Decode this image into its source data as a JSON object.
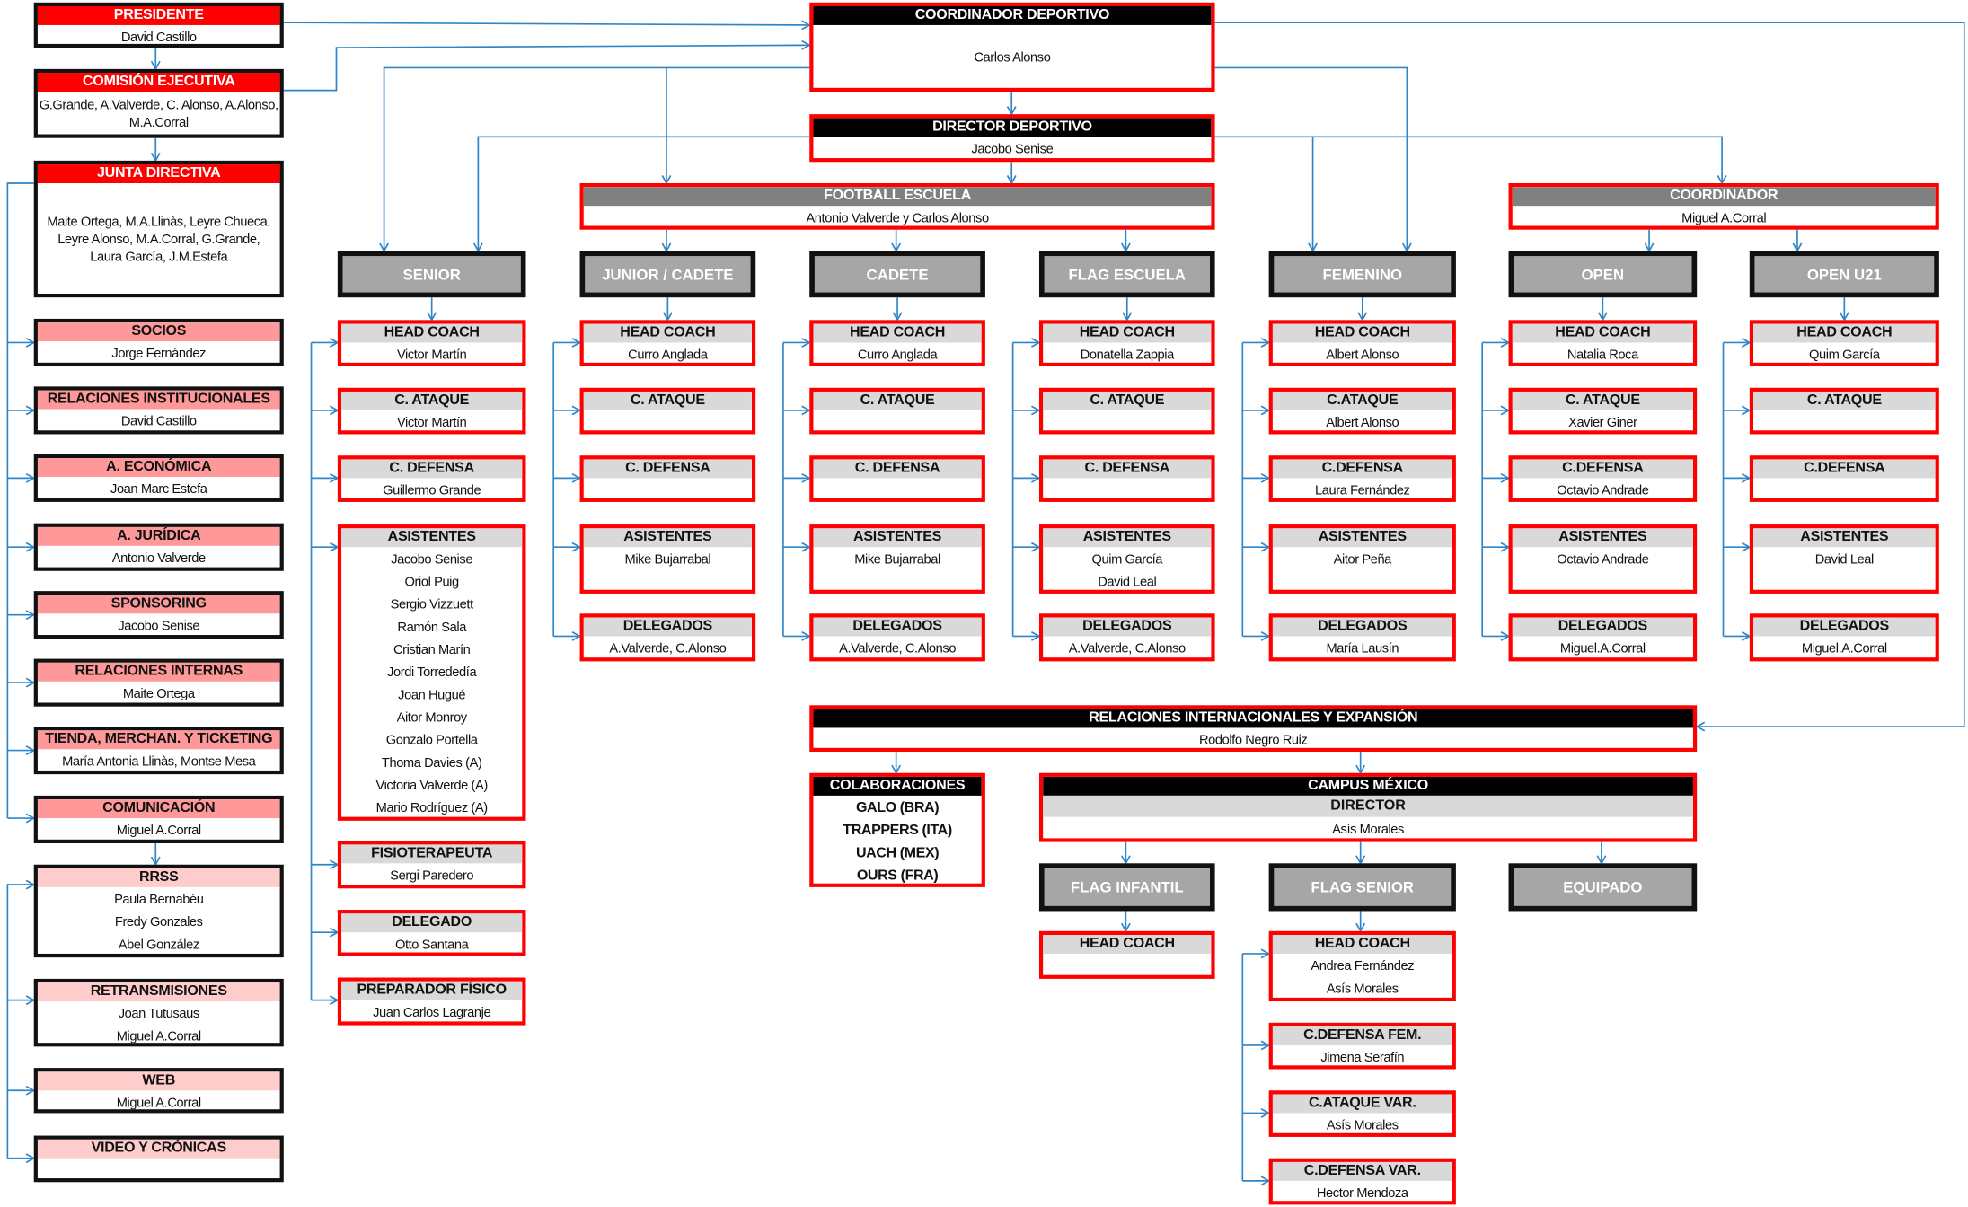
{
  "colors": {
    "accent": "#ff0000",
    "connector": "#2e86c8",
    "category": "#a6a6a6",
    "pink": "#ff9999",
    "light_pink": "#ffcccc"
  },
  "boxes": [
    {
      "id": "presidente",
      "title": "PRESIDENTE",
      "lines": [
        "David Castillo"
      ]
    },
    {
      "id": "comision",
      "title": "COMISIÓN EJECUTIVA",
      "lines": [
        "G.Grande, A.Valverde, C. Alonso, A.Alonso,",
        "M.A.Corral"
      ]
    },
    {
      "id": "junta",
      "title": "JUNTA DIRECTIVA",
      "lines": [
        "Maite Ortega, M.A.Llinàs, Leyre Chueca,",
        "Leyre Alonso,  M.A.Corral, G.Grande,",
        "Laura García, J.M.Estefa"
      ]
    },
    {
      "id": "socios",
      "title": "SOCIOS",
      "lines": [
        "Jorge Fernández"
      ]
    },
    {
      "id": "rel_inst",
      "title": "RELACIONES INSTITUCIONALES",
      "lines": [
        "David Castillo"
      ]
    },
    {
      "id": "economica",
      "title": "A. ECONÓMICA",
      "lines": [
        "Joan Marc Estefa"
      ]
    },
    {
      "id": "juridica",
      "title": "A. JURÍDICA",
      "lines": [
        "Antonio Valverde"
      ]
    },
    {
      "id": "sponsoring",
      "title": "SPONSORING",
      "lines": [
        "Jacobo Senise"
      ]
    },
    {
      "id": "rel_internas",
      "title": "RELACIONES INTERNAS",
      "lines": [
        "Maite Ortega"
      ]
    },
    {
      "id": "tienda",
      "title": "TIENDA, MERCHAN. Y TICKETING",
      "lines": [
        "María Antonia Llinàs, Montse Mesa"
      ]
    },
    {
      "id": "comunicacion",
      "title": "COMUNICACIÓN",
      "lines": [
        "Miguel A.Corral"
      ]
    },
    {
      "id": "rrss",
      "title": "RRSS",
      "lines": [
        "Paula Bernabéu",
        "Fredy Gonzales",
        "Abel González"
      ]
    },
    {
      "id": "retrans",
      "title": "RETRANSMISIONES",
      "lines": [
        "Joan Tutusaus",
        "Miguel A.Corral"
      ]
    },
    {
      "id": "web",
      "title": "WEB",
      "lines": [
        "Miguel A.Corral"
      ]
    },
    {
      "id": "video",
      "title": "VIDEO Y CRÓNICAS",
      "lines": []
    },
    {
      "id": "coord_dep",
      "title": "COORDINADOR DEPORTIVO",
      "lines": [
        "Carlos Alonso"
      ]
    },
    {
      "id": "director",
      "title": "DIRECTOR DEPORTIVO",
      "lines": [
        "Jacobo Senise"
      ]
    },
    {
      "id": "football",
      "title": "FOOTBALL ESCUELA",
      "lines": [
        "Antonio Valverde y Carlos Alonso"
      ]
    },
    {
      "id": "coordinador",
      "title": "COORDINADOR",
      "lines": [
        "Miguel A.Corral"
      ]
    },
    {
      "id": "senior",
      "title": "SENIOR",
      "lines": []
    },
    {
      "id": "junior",
      "title": "JUNIOR / CADETE",
      "lines": []
    },
    {
      "id": "cadete",
      "title": "CADETE",
      "lines": []
    },
    {
      "id": "flag",
      "title": "FLAG ESCUELA",
      "lines": []
    },
    {
      "id": "femenino",
      "title": "FEMENINO",
      "lines": []
    },
    {
      "id": "open",
      "title": "OPEN",
      "lines": []
    },
    {
      "id": "openu21",
      "title": "OPEN U21",
      "lines": []
    },
    {
      "id": "sen_hc",
      "title": "HEAD COACH",
      "lines": [
        "Victor Martín"
      ]
    },
    {
      "id": "sen_at",
      "title": "C. ATAQUE",
      "lines": [
        "Victor Martín"
      ]
    },
    {
      "id": "sen_df",
      "title": "C. DEFENSA",
      "lines": [
        "Guillermo Grande"
      ]
    },
    {
      "id": "sen_as",
      "title": "ASISTENTES",
      "lines": [
        "Jacobo Senise",
        "Oriol Puig",
        "Sergio Vizzuett",
        "Ramón Sala",
        "Cristian Marín",
        "Jordi Torrededía",
        "Joan Hugué",
        "Aitor Monroy",
        "Gonzalo Portella",
        "Thoma Davies (A)",
        "Victoria Valverde (A)",
        "Mario Rodríguez (A)"
      ]
    },
    {
      "id": "sen_fi",
      "title": "FISIOTERAPEUTA",
      "lines": [
        "Sergi Paredero"
      ]
    },
    {
      "id": "sen_dl",
      "title": "DELEGADO",
      "lines": [
        "Otto Santana"
      ]
    },
    {
      "id": "sen_pf",
      "title": "PREPARADOR FÍSICO",
      "lines": [
        "Juan Carlos Lagranje"
      ]
    },
    {
      "id": "jun_hc",
      "title": "HEAD COACH",
      "lines": [
        "Curro Anglada"
      ]
    },
    {
      "id": "jun_at",
      "title": "C. ATAQUE",
      "lines": []
    },
    {
      "id": "jun_df",
      "title": "C. DEFENSA",
      "lines": []
    },
    {
      "id": "jun_as",
      "title": "ASISTENTES",
      "lines": [
        "Mike Bujarrabal"
      ]
    },
    {
      "id": "jun_dl",
      "title": "DELEGADOS",
      "lines": [
        "A.Valverde, C.Alonso"
      ]
    },
    {
      "id": "cad_hc",
      "title": "HEAD COACH",
      "lines": [
        "Curro Anglada"
      ]
    },
    {
      "id": "cad_at",
      "title": "C. ATAQUE",
      "lines": []
    },
    {
      "id": "cad_df",
      "title": "C. DEFENSA",
      "lines": []
    },
    {
      "id": "cad_as",
      "title": "ASISTENTES",
      "lines": [
        "Mike Bujarrabal"
      ]
    },
    {
      "id": "cad_dl",
      "title": "DELEGADOS",
      "lines": [
        "A.Valverde, C.Alonso"
      ]
    },
    {
      "id": "fla_hc",
      "title": "HEAD COACH",
      "lines": [
        "Donatella Zappia"
      ]
    },
    {
      "id": "fla_at",
      "title": "C. ATAQUE",
      "lines": []
    },
    {
      "id": "fla_df",
      "title": "C. DEFENSA",
      "lines": []
    },
    {
      "id": "fla_as",
      "title": "ASISTENTES",
      "lines": [
        "Quim García",
        "David Leal"
      ]
    },
    {
      "id": "fla_dl",
      "title": "DELEGADOS",
      "lines": [
        "A.Valverde, C.Alonso"
      ]
    },
    {
      "id": "fem_hc",
      "title": "HEAD COACH",
      "lines": [
        "Albert Alonso"
      ]
    },
    {
      "id": "fem_at",
      "title": "C.ATAQUE",
      "lines": [
        "Albert Alonso"
      ]
    },
    {
      "id": "fem_df",
      "title": "C.DEFENSA",
      "lines": [
        "Laura Fernández"
      ]
    },
    {
      "id": "fem_as",
      "title": "ASISTENTES",
      "lines": [
        "Aitor Peña"
      ]
    },
    {
      "id": "fem_dl",
      "title": "DELEGADOS",
      "lines": [
        "María Lausín"
      ]
    },
    {
      "id": "opn_hc",
      "title": "HEAD COACH",
      "lines": [
        "Natalia Roca"
      ]
    },
    {
      "id": "opn_at",
      "title": "C. ATAQUE",
      "lines": [
        "Xavier Giner"
      ]
    },
    {
      "id": "opn_df",
      "title": "C.DEFENSA",
      "lines": [
        "Octavio Andrade"
      ]
    },
    {
      "id": "opn_as",
      "title": "ASISTENTES",
      "lines": [
        "Octavio Andrade"
      ]
    },
    {
      "id": "opn_dl",
      "title": "DELEGADOS",
      "lines": [
        "Miguel.A.Corral"
      ]
    },
    {
      "id": "u21_hc",
      "title": "HEAD COACH",
      "lines": [
        "Quim García"
      ]
    },
    {
      "id": "u21_at",
      "title": "C. ATAQUE",
      "lines": []
    },
    {
      "id": "u21_df",
      "title": "C.DEFENSA",
      "lines": []
    },
    {
      "id": "u21_as",
      "title": "ASISTENTES",
      "lines": [
        "David Leal"
      ]
    },
    {
      "id": "u21_dl",
      "title": "DELEGADOS",
      "lines": [
        "Miguel.A.Corral"
      ]
    },
    {
      "id": "rel_intl",
      "title": "RELACIONES INTERNACIONALES Y EXPANSIÓN",
      "lines": [
        "Rodolfo Negro Ruiz"
      ]
    },
    {
      "id": "colab",
      "title": "COLABORACIONES",
      "lines": [
        "GALO (BRA)",
        "TRAPPERS (ITA)",
        "UACH (MEX)",
        "OURS (FRA)"
      ]
    },
    {
      "id": "campus",
      "title": "CAMPUS MÉXICO",
      "subtitle": "DIRECTOR",
      "lines": [
        "Asís Morales"
      ]
    },
    {
      "id": "flag_inf",
      "title": "FLAG INFANTIL",
      "lines": []
    },
    {
      "id": "flag_sen",
      "title": "FLAG SENIOR",
      "lines": []
    },
    {
      "id": "equipado",
      "title": "EQUIPADO",
      "lines": []
    },
    {
      "id": "inf_hc",
      "title": "HEAD COACH",
      "lines": []
    },
    {
      "id": "fs_hc",
      "title": "HEAD COACH",
      "lines": [
        "Andrea Fernández",
        "Asís Morales"
      ]
    },
    {
      "id": "fs_dff",
      "title": "C.DEFENSA FEM.",
      "lines": [
        "Jimena Serafín"
      ]
    },
    {
      "id": "fs_atv",
      "title": "C.ATAQUE VAR.",
      "lines": [
        "Asís Morales"
      ]
    },
    {
      "id": "fs_dfv",
      "title": "C.DEFENSA VAR.",
      "lines": [
        "Hector Mendoza"
      ]
    }
  ]
}
